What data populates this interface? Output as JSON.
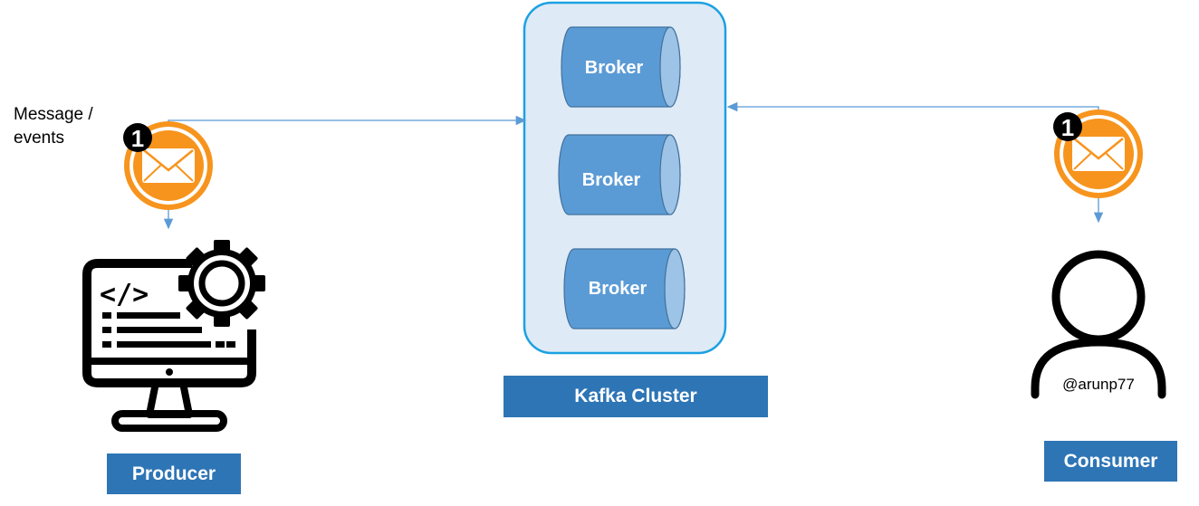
{
  "message_label": {
    "line1": "Message /",
    "line2": "events"
  },
  "cluster": {
    "label": "Kafka Cluster",
    "brokers": [
      "Broker",
      "Broker",
      "Broker"
    ]
  },
  "producer": {
    "label": "Producer"
  },
  "consumer": {
    "label": "Consumer",
    "handle": "@arunp77"
  },
  "step_badge": "1",
  "colors": {
    "cluster_fill": "#deeaf6",
    "cluster_border": "#1ba1e2",
    "broker_fill": "#5b9bd5",
    "broker_edge": "#41719c",
    "label_fill": "#2e75b6",
    "envelope_orange": "#f7941d",
    "arrow": "#5b9bd5"
  },
  "icons": [
    "envelope-icon",
    "computer-code-icon",
    "gear-icon",
    "user-icon",
    "step-badge-icon"
  ]
}
